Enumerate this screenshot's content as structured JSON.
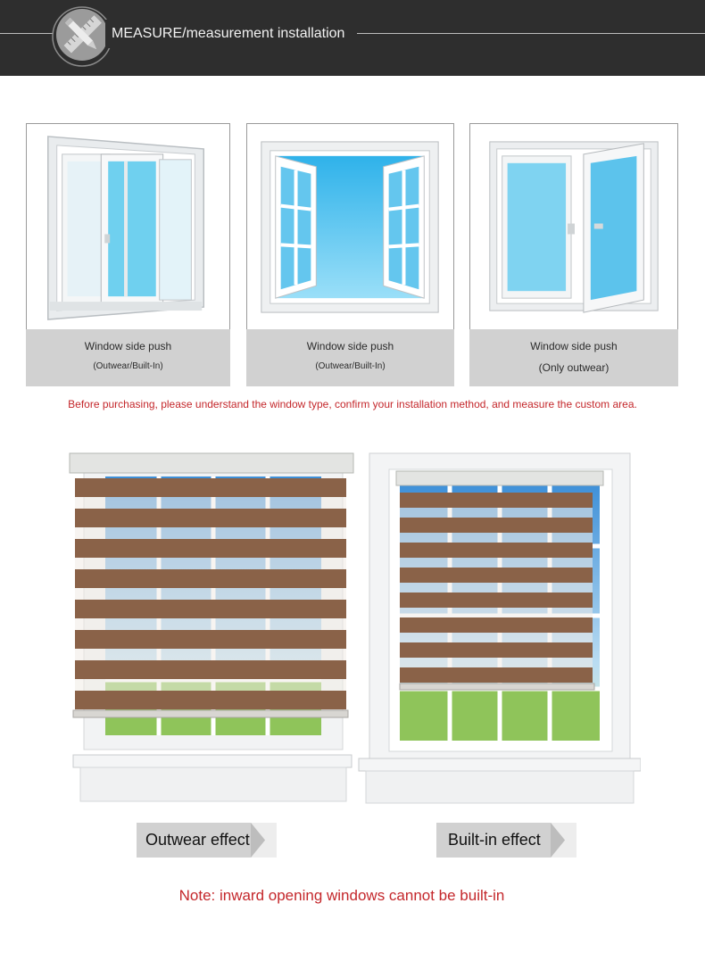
{
  "header": {
    "title": "MEASURE/measurement installation",
    "icon": "ruler-pencil-icon"
  },
  "window_types": [
    {
      "title": "Window side push",
      "subtitle": "(Outwear/Built-In)"
    },
    {
      "title": "Window side push",
      "subtitle": "(Outwear/Built-In)"
    },
    {
      "title": "Window side push",
      "subtitle": "(Only outwear)"
    }
  ],
  "notice": "Before purchasing, please understand the window type, confirm your installation method, and measure the custom area.",
  "effects": [
    {
      "label": "Outwear effect"
    },
    {
      "label": "Built-in effect"
    }
  ],
  "note": "Note: inward opening windows cannot be built-in",
  "colors": {
    "header_bg": "#2e2e2e",
    "caption_bg": "#d1d1d1",
    "accent_red": "#c4272b",
    "blind_brown": "#8a6248",
    "glass_blue": "#4fc0ee"
  }
}
